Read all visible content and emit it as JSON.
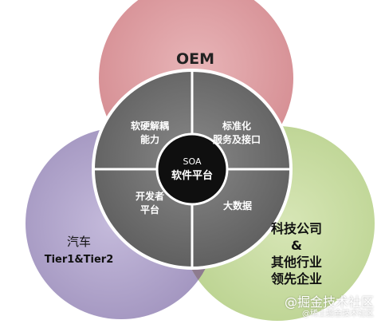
{
  "colors": {
    "oem": "#dc9a9e",
    "tier": "#ab9fc6",
    "tech": "#c6d99c",
    "overlap": "#8e7b8f",
    "ring": "#6a6a6a",
    "center": "#0f0f0f"
  },
  "circles": {
    "oem": "OEM",
    "tier": {
      "line1": "汽车",
      "line2": "Tier1&Tier2"
    },
    "tech": {
      "line1": "科技公司",
      "line2": "&",
      "line3": "其他行业",
      "line4": "领先企业"
    }
  },
  "quadrants": {
    "top_left": {
      "line1": "软硬解耦",
      "line2": "能力"
    },
    "top_right": {
      "line1": "标准化",
      "line2": "服务及接口"
    },
    "bottom_left": {
      "line1": "开发者",
      "line2": "平台"
    },
    "bottom_right": {
      "line1": "大数据"
    }
  },
  "center": {
    "line1": "SOA",
    "line2": "软件平台"
  },
  "watermark": {
    "main": "@掘金技术社区",
    "sub": "@稀土掘金技术社区"
  }
}
